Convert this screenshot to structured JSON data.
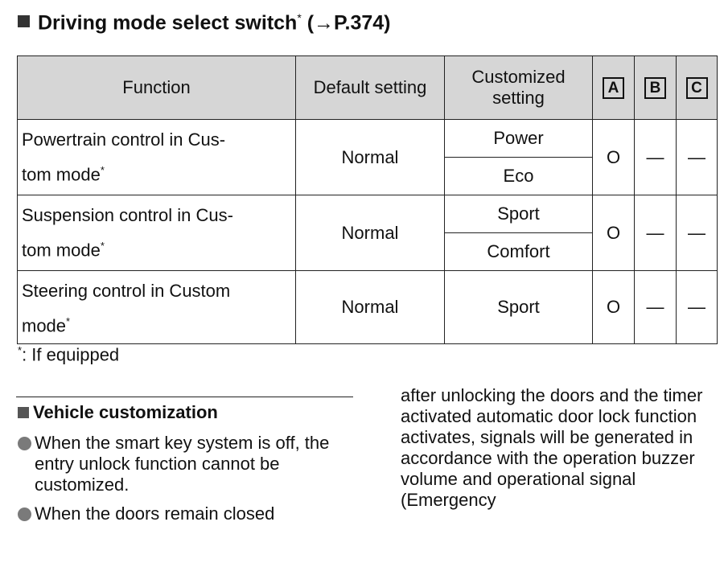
{
  "heading": {
    "title": "Driving mode select switch",
    "asterisk": "*",
    "ref": " (→P.374)"
  },
  "table": {
    "headers": {
      "function": "Function",
      "default": "Default setting",
      "customized_line1": "Customized",
      "customized_line2": "setting",
      "col_a": "A",
      "col_b": "B",
      "col_c": "C"
    },
    "rows": [
      {
        "func_line1": "Powertrain control in Cus-",
        "func_line2": "tom mode",
        "func_mark": "*",
        "default": "Normal",
        "options": [
          "Power",
          "Eco"
        ],
        "a": "O",
        "b": "—",
        "c": "—"
      },
      {
        "func_line1": "Suspension control in Cus-",
        "func_line2": "tom mode",
        "func_mark": "*",
        "default": "Normal",
        "options": [
          "Sport",
          "Comfort"
        ],
        "a": "O",
        "b": "—",
        "c": "—"
      },
      {
        "func_line1": "Steering control in Custom",
        "func_line2": "mode",
        "func_mark": "*",
        "default": "Normal",
        "options": [
          "Sport"
        ],
        "a": "O",
        "b": "—",
        "c": "—"
      }
    ]
  },
  "footnote": {
    "mark": "*",
    "text": ": If equipped"
  },
  "section": {
    "title": "Vehicle customization",
    "bullets": [
      "When the smart key system is off, the entry unlock function cannot be customized.",
      "When the doors remain closed"
    ],
    "continuation": "after unlocking the doors and the timer activated automatic door lock function activates, signals will be generated in accordance with the operation buzzer volume and operational signal (Emergency"
  }
}
